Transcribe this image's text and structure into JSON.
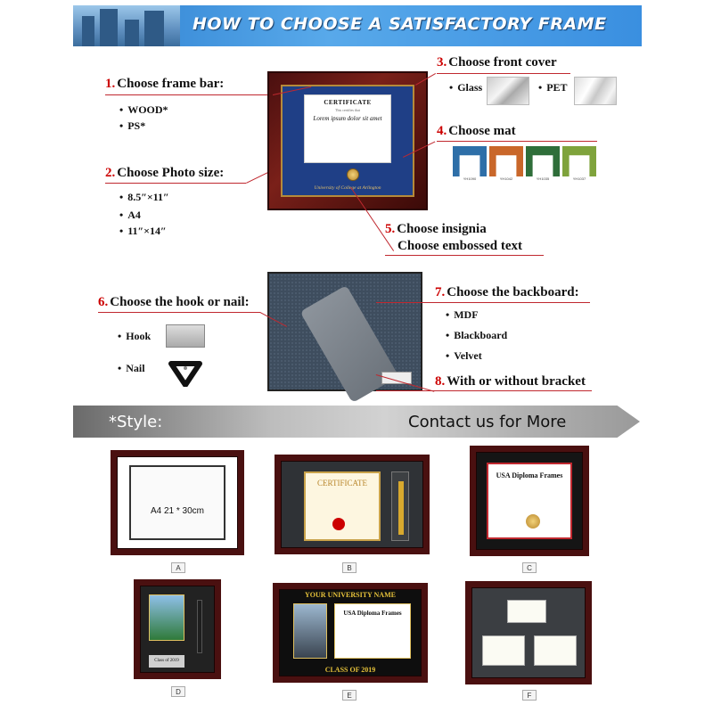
{
  "banner": {
    "title": "HOW TO CHOOSE A SATISFACTORY FRAME"
  },
  "steps": {
    "s1": {
      "num": "1.",
      "label": "Choose frame bar:",
      "options": [
        "WOOD*",
        "PS*"
      ]
    },
    "s2": {
      "num": "2.",
      "label": "Choose  Photo size:",
      "options": [
        "8.5″×11″",
        "A4",
        "11″×14″"
      ]
    },
    "s3": {
      "num": "3.",
      "label": "Choose front cover",
      "options": [
        "Glass",
        "PET"
      ]
    },
    "s4": {
      "num": "4.",
      "label": "Choose mat",
      "swatches": [
        {
          "color": "#2e6fa8",
          "code": "YH1090"
        },
        {
          "color": "#c9672a",
          "code": "YH1042"
        },
        {
          "color": "#2f6e3a",
          "code": "YH1035"
        },
        {
          "color": "#7fa33c",
          "code": "YH1037"
        }
      ]
    },
    "s5": {
      "num": "5.",
      "line1": "Choose insignia",
      "line2": "Choose embossed text"
    },
    "s6": {
      "num": "6.",
      "label": "Choose the hook or nail:",
      "options": [
        "Hook",
        "Nail"
      ]
    },
    "s7": {
      "num": "7.",
      "label": "Choose  the backboard:",
      "options": [
        "MDF",
        "Blackboard",
        "Velvet"
      ]
    },
    "s8": {
      "num": "8.",
      "label": "With or without bracket"
    }
  },
  "main_frame": {
    "cert_title": "CERTIFICATE",
    "cert_line": "This certifies that",
    "cert_name": "Lorem ipsum dolor sit amet",
    "embossed": "University of College at Arlington"
  },
  "style_bar": {
    "style_label": "*Style:",
    "contact": "Contact us for More"
  },
  "gallery": {
    "a": {
      "caption": "A",
      "text": "A4  21 * 30cm"
    },
    "b": {
      "caption": "B",
      "text": "CERTIFICATE"
    },
    "c": {
      "caption": "C",
      "text": "USA Diploma Frames"
    },
    "d": {
      "caption": "D",
      "text": "Class of 2019"
    },
    "e": {
      "caption": "E",
      "top": "YOUR UNIVERSITY NAME",
      "text": "USA Diploma Frames",
      "bottom": "CLASS OF 2019"
    },
    "f": {
      "caption": "F"
    }
  }
}
